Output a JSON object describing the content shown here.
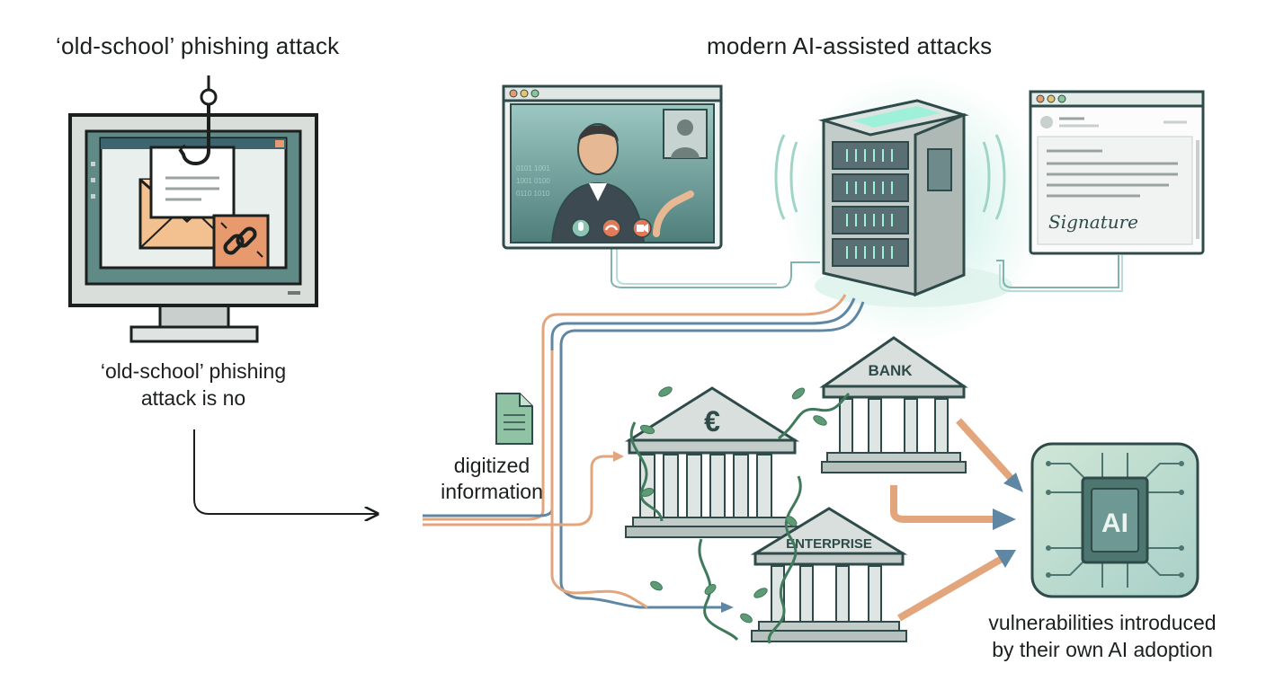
{
  "titles": {
    "left": "‘old-school’ phishing attack",
    "right": "modern AI-assisted attacks"
  },
  "captions": {
    "left_line1": "‘old-school’ phishing",
    "left_line2": "attack is no",
    "digitized_line1": "digitized",
    "digitized_line2": "information",
    "vuln_line1": "vulnerabilities introduced",
    "vuln_line2": "by their own AI adoption"
  },
  "labels": {
    "bank": "BANK",
    "enterprise": "ENTERPRISE",
    "euro": "€",
    "ai": "AI",
    "signature": "Signature"
  },
  "icons": [
    "retro-monitor-icon",
    "fishing-hook-icon",
    "envelope-icon",
    "broken-link-icon",
    "video-call-window-icon",
    "mic-icon",
    "hang-up-icon",
    "camera-icon",
    "server-icon",
    "email-window-icon",
    "document-icon",
    "euro-bank-icon",
    "bank-icon",
    "enterprise-icon",
    "ai-chip-icon",
    "vine-icon"
  ],
  "colors": {
    "teal": "#5e8a86",
    "teal_dark": "#2f4b49",
    "accent_orange": "#e79a6e",
    "flow_blue": "#5f87a3",
    "flow_orange": "#e3a57c",
    "mint_glow": "#bfece0",
    "building_gray": "#cfd6d3",
    "vine_green": "#3f7a5c"
  }
}
